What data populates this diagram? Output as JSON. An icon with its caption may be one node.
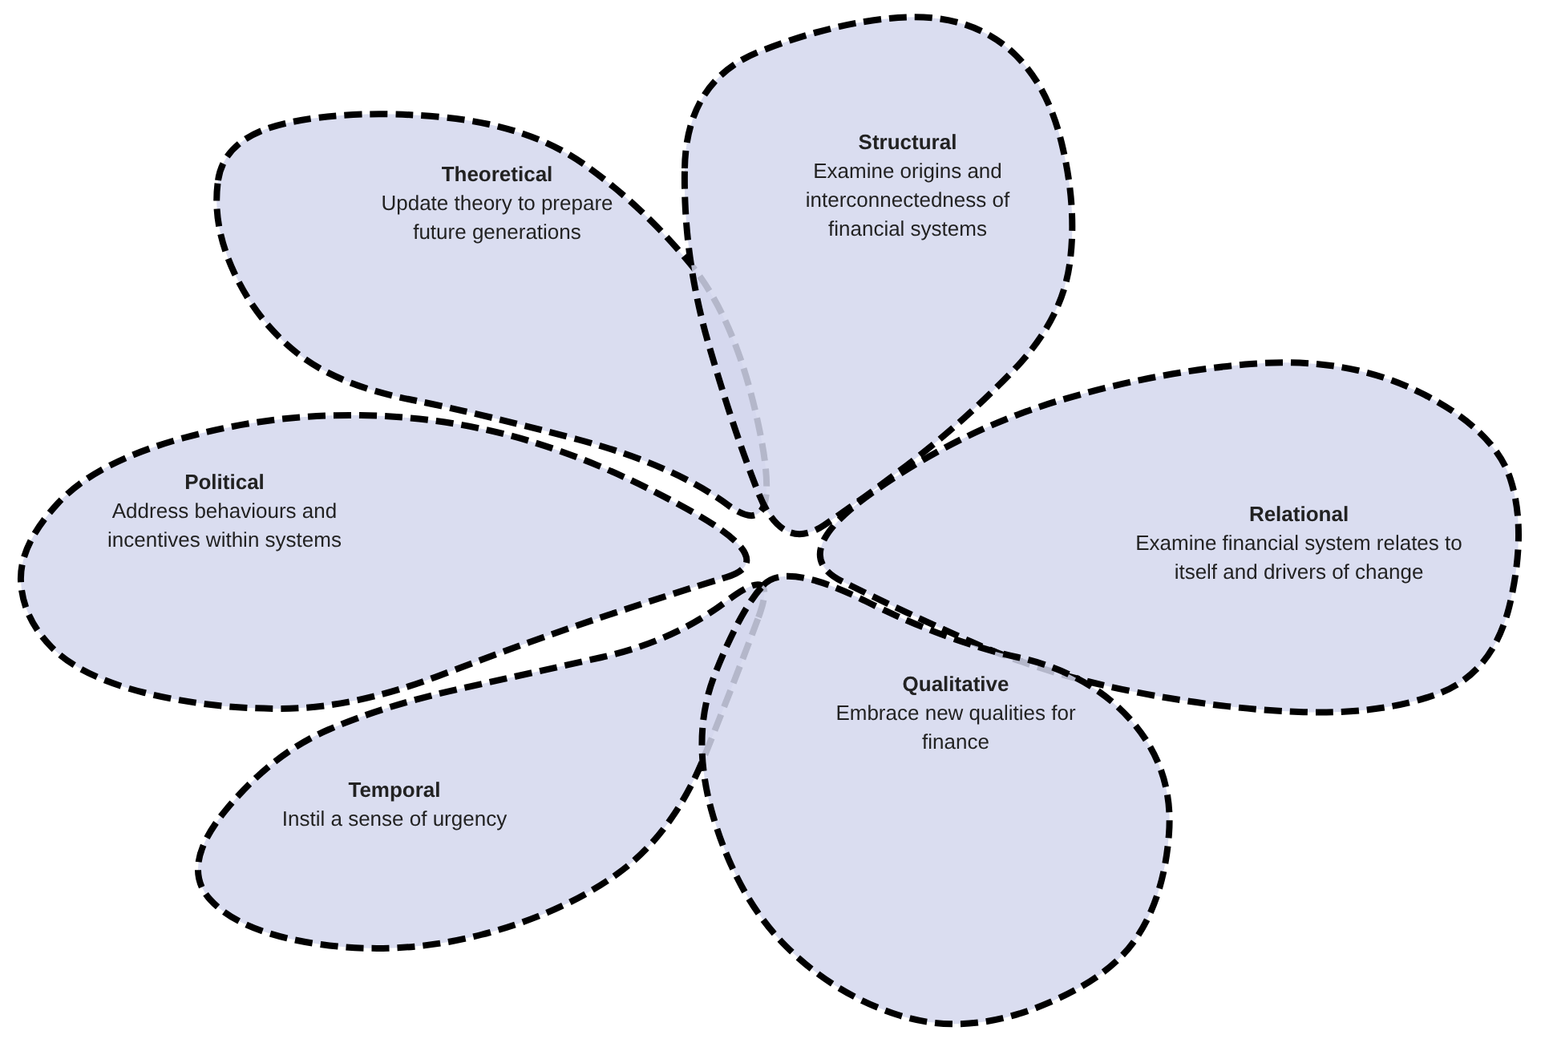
{
  "diagram": {
    "nodes": [
      {
        "text": [
          "Theoretical",
          "Update theory to prepare future generations"
        ]
      },
      {
        "text": [
          "Structural",
          "Examine origins and interconnectedness of financial systems"
        ]
      },
      {
        "text": [
          "Political",
          "Address behaviours and incentives within systems"
        ]
      },
      {
        "text": [
          "Relational",
          "Examine financial system relates to itself and drivers of change"
        ]
      },
      {
        "text": [
          "Temporal",
          "Instil a sense of urgency"
        ]
      },
      {
        "text": [
          "Qualitative",
          "Embrace new qualities for finance"
        ]
      }
    ]
  }
}
